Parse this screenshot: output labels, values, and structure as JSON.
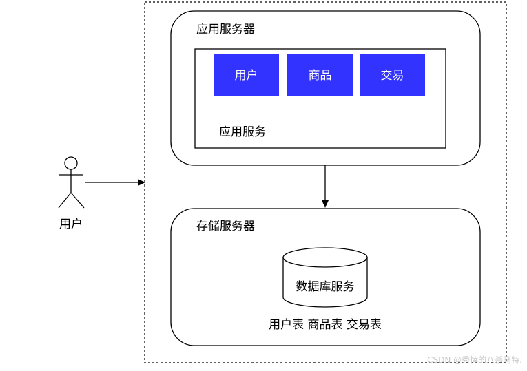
{
  "user_actor": {
    "label": "用户"
  },
  "app_server": {
    "title": "应用服务器",
    "inner_box_label": "应用服务",
    "modules": [
      {
        "label": "用户"
      },
      {
        "label": "商品"
      },
      {
        "label": "交易"
      }
    ]
  },
  "storage_server": {
    "title": "存储服务器",
    "database_label": "数据库服务",
    "tables_label": "用户表 商品表 交易表"
  },
  "watermark": "CSDN @秀悻的八杀马特.",
  "colors": {
    "module_fill": "#3333ff",
    "module_text": "#ffffff",
    "stroke": "#000000",
    "watermark": "#cccccc"
  }
}
